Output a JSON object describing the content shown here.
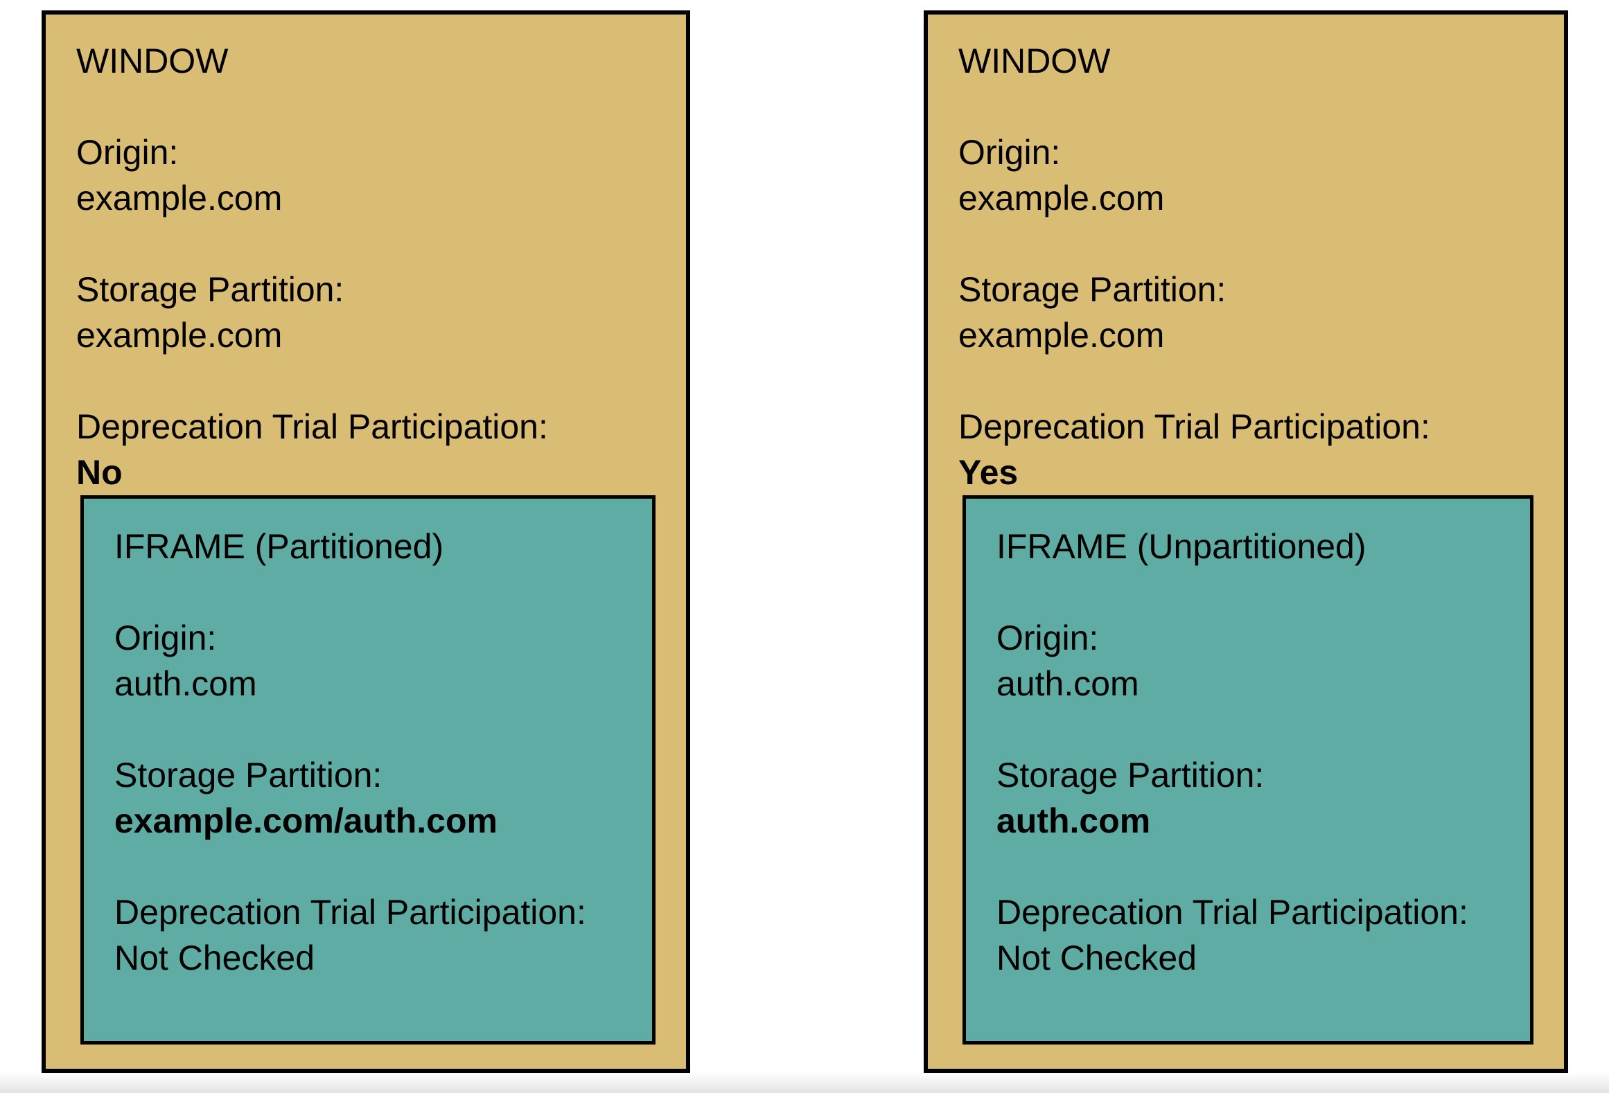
{
  "colors": {
    "page-bg": "#ffffff",
    "window-fill": "#dabd74",
    "iframe-fill": "#5faca4",
    "border": "#000000",
    "text": "#000000"
  },
  "panels": [
    {
      "title": "WINDOW",
      "origin_label": "Origin:",
      "origin_value": "example.com",
      "storage_label": "Storage Partition:",
      "storage_value": "example.com",
      "trial_label": "Deprecation Trial Participation:",
      "trial_value": "No",
      "iframe": {
        "title": "IFRAME (Partitioned)",
        "origin_label": "Origin:",
        "origin_value": "auth.com",
        "storage_label": "Storage Partition:",
        "storage_value": "example.com/auth.com",
        "trial_label": "Deprecation Trial Participation:",
        "trial_value": "Not Checked"
      }
    },
    {
      "title": "WINDOW",
      "origin_label": "Origin:",
      "origin_value": "example.com",
      "storage_label": "Storage Partition:",
      "storage_value": "example.com",
      "trial_label": "Deprecation Trial Participation:",
      "trial_value": "Yes",
      "iframe": {
        "title": "IFRAME (Unpartitioned)",
        "origin_label": "Origin:",
        "origin_value": "auth.com",
        "storage_label": "Storage Partition:",
        "storage_value": "auth.com",
        "trial_label": "Deprecation Trial Participation:",
        "trial_value": "Not Checked"
      }
    }
  ]
}
